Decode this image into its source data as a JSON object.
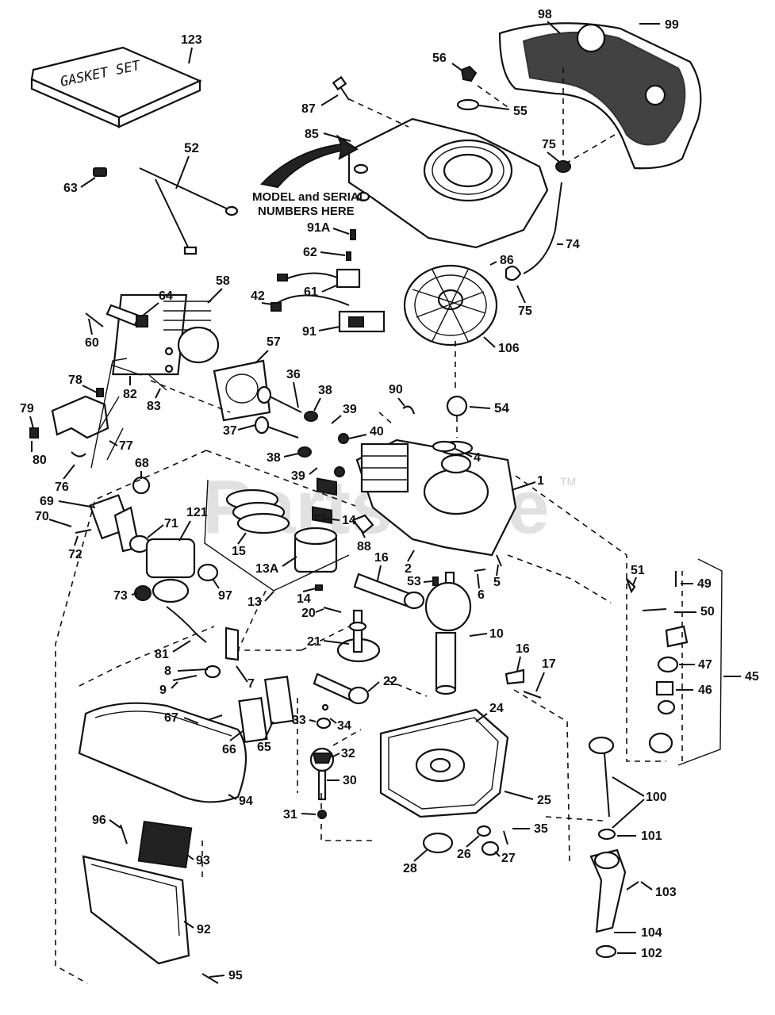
{
  "watermark": {
    "brand": "PartsTree",
    "tm": "TM"
  },
  "gasket_set_label": "GASKET SET",
  "model_note": {
    "line1": "MODEL and SERIAL",
    "line2": "NUMBERS HERE"
  },
  "callouts": [
    {
      "id": "123",
      "label": "123"
    },
    {
      "id": "98",
      "label": "98"
    },
    {
      "id": "99",
      "label": "99"
    },
    {
      "id": "56",
      "label": "56"
    },
    {
      "id": "55",
      "label": "55"
    },
    {
      "id": "87",
      "label": "87"
    },
    {
      "id": "85",
      "label": "85"
    },
    {
      "id": "75a",
      "label": "75"
    },
    {
      "id": "52",
      "label": "52"
    },
    {
      "id": "63",
      "label": "63"
    },
    {
      "id": "91A",
      "label": "91A"
    },
    {
      "id": "62",
      "label": "62"
    },
    {
      "id": "74",
      "label": "74"
    },
    {
      "id": "86",
      "label": "86"
    },
    {
      "id": "75b",
      "label": "75"
    },
    {
      "id": "58",
      "label": "58"
    },
    {
      "id": "64",
      "label": "64"
    },
    {
      "id": "61",
      "label": "61"
    },
    {
      "id": "42",
      "label": "42"
    },
    {
      "id": "91",
      "label": "91"
    },
    {
      "id": "60",
      "label": "60"
    },
    {
      "id": "57",
      "label": "57"
    },
    {
      "id": "106",
      "label": "106"
    },
    {
      "id": "36",
      "label": "36"
    },
    {
      "id": "78",
      "label": "78"
    },
    {
      "id": "82",
      "label": "82"
    },
    {
      "id": "83",
      "label": "83"
    },
    {
      "id": "38a",
      "label": "38"
    },
    {
      "id": "90",
      "label": "90"
    },
    {
      "id": "54",
      "label": "54"
    },
    {
      "id": "79",
      "label": "79"
    },
    {
      "id": "39a",
      "label": "39"
    },
    {
      "id": "37",
      "label": "37"
    },
    {
      "id": "40",
      "label": "40"
    },
    {
      "id": "80",
      "label": "80"
    },
    {
      "id": "77",
      "label": "77"
    },
    {
      "id": "38b",
      "label": "38"
    },
    {
      "id": "4",
      "label": "4"
    },
    {
      "id": "68",
      "label": "68"
    },
    {
      "id": "39b",
      "label": "39"
    },
    {
      "id": "76",
      "label": "76"
    },
    {
      "id": "1",
      "label": "1"
    },
    {
      "id": "69",
      "label": "69"
    },
    {
      "id": "121",
      "label": "121"
    },
    {
      "id": "14a",
      "label": "14"
    },
    {
      "id": "70",
      "label": "70"
    },
    {
      "id": "71",
      "label": "71"
    },
    {
      "id": "15",
      "label": "15"
    },
    {
      "id": "72",
      "label": "72"
    },
    {
      "id": "88",
      "label": "88"
    },
    {
      "id": "16a",
      "label": "16"
    },
    {
      "id": "2",
      "label": "2"
    },
    {
      "id": "13A",
      "label": "13A"
    },
    {
      "id": "53",
      "label": "53"
    },
    {
      "id": "51",
      "label": "51"
    },
    {
      "id": "49",
      "label": "49"
    },
    {
      "id": "6",
      "label": "6"
    },
    {
      "id": "5",
      "label": "5"
    },
    {
      "id": "73",
      "label": "73"
    },
    {
      "id": "97",
      "label": "97"
    },
    {
      "id": "13",
      "label": "13"
    },
    {
      "id": "14b",
      "label": "14"
    },
    {
      "id": "50",
      "label": "50"
    },
    {
      "id": "20",
      "label": "20"
    },
    {
      "id": "10",
      "label": "10"
    },
    {
      "id": "21",
      "label": "21"
    },
    {
      "id": "47",
      "label": "47"
    },
    {
      "id": "81",
      "label": "81"
    },
    {
      "id": "16b",
      "label": "16"
    },
    {
      "id": "17",
      "label": "17"
    },
    {
      "id": "45",
      "label": "45"
    },
    {
      "id": "8",
      "label": "8"
    },
    {
      "id": "22",
      "label": "22"
    },
    {
      "id": "46",
      "label": "46"
    },
    {
      "id": "7",
      "label": "7"
    },
    {
      "id": "9",
      "label": "9"
    },
    {
      "id": "24",
      "label": "24"
    },
    {
      "id": "67",
      "label": "67"
    },
    {
      "id": "33",
      "label": "33"
    },
    {
      "id": "34",
      "label": "34"
    },
    {
      "id": "66",
      "label": "66"
    },
    {
      "id": "65",
      "label": "65"
    },
    {
      "id": "32",
      "label": "32"
    },
    {
      "id": "100",
      "label": "100"
    },
    {
      "id": "30",
      "label": "30"
    },
    {
      "id": "94",
      "label": "94"
    },
    {
      "id": "25",
      "label": "25"
    },
    {
      "id": "31",
      "label": "31"
    },
    {
      "id": "96",
      "label": "96"
    },
    {
      "id": "35",
      "label": "35"
    },
    {
      "id": "101",
      "label": "101"
    },
    {
      "id": "93",
      "label": "93"
    },
    {
      "id": "28",
      "label": "28"
    },
    {
      "id": "26",
      "label": "26"
    },
    {
      "id": "27",
      "label": "27"
    },
    {
      "id": "103",
      "label": "103"
    },
    {
      "id": "92",
      "label": "92"
    },
    {
      "id": "104",
      "label": "104"
    },
    {
      "id": "102",
      "label": "102"
    },
    {
      "id": "95",
      "label": "95"
    }
  ]
}
